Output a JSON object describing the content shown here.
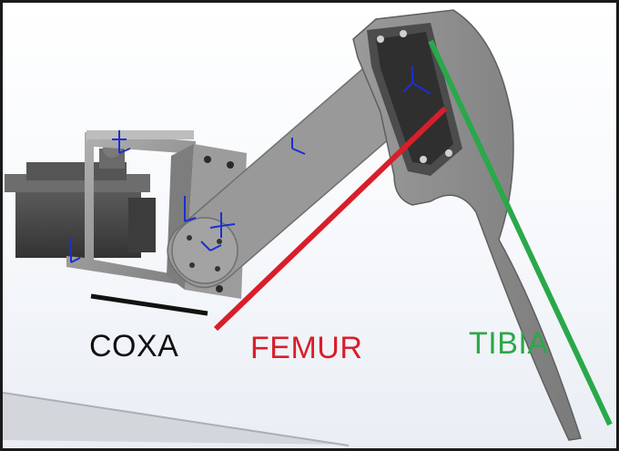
{
  "labels": {
    "coxa": "COXA",
    "femur": "FEMUR",
    "tibia": "TIBIA"
  },
  "colors": {
    "coxa": "#111111",
    "femur": "#d91e2a",
    "tibia": "#2aa84a",
    "part_gray": "#8f8f8f",
    "servo_dark": "#4a4a4a",
    "axis_blue": "#1a2fd0"
  }
}
